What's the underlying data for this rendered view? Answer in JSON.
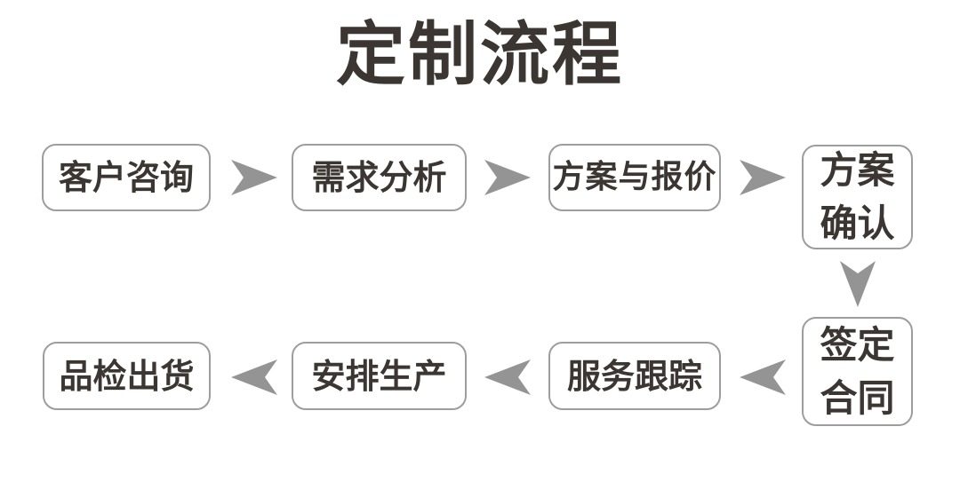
{
  "title": "定制流程",
  "colors": {
    "bg": "#ffffff",
    "ink": "#3b3632",
    "line": "#9d9d9d",
    "arrow": "#949494"
  },
  "steps": [
    {
      "label": "客户咨询"
    },
    {
      "label": "需求分析"
    },
    {
      "label": "方案与报价"
    },
    {
      "label": "方案确认",
      "lines": [
        "方案",
        "确认"
      ]
    },
    {
      "label": "签定合同",
      "lines": [
        "签定",
        "合同"
      ]
    },
    {
      "label": "服务跟踪"
    },
    {
      "label": "安排生产"
    },
    {
      "label": "品检出货"
    }
  ],
  "arrows": {
    "shape": "dart-arrowhead",
    "sequence": [
      "right",
      "right",
      "right",
      "down",
      "left",
      "left",
      "left"
    ]
  }
}
